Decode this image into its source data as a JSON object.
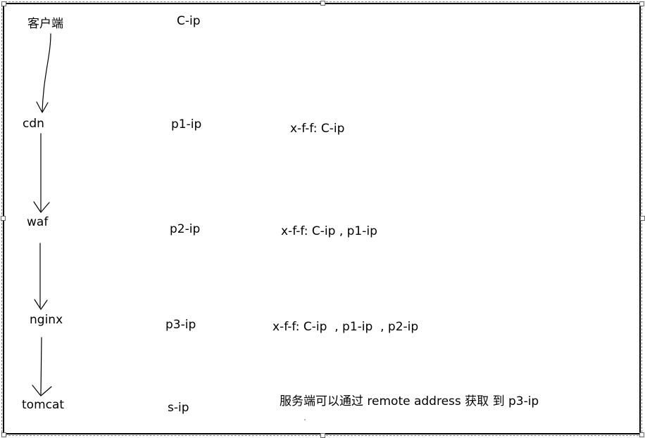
{
  "nodes": [
    {
      "label": "客户端",
      "ip": "C-ip",
      "header": ""
    },
    {
      "label": "cdn",
      "ip": "p1-ip",
      "header": "x-f-f: C-ip"
    },
    {
      "label": "waf",
      "ip": "p2-ip",
      "header": "x-f-f: C-ip , p1-ip"
    },
    {
      "label": "nginx",
      "ip": "p3-ip",
      "header": "x-f-f: C-ip  , p1-ip  , p2-ip"
    },
    {
      "label": "tomcat",
      "ip": "s-ip",
      "header": "服务端可以通过 remote address 获取 到 p3-ip"
    }
  ],
  "colors": {
    "ink": "#000000",
    "background": "#ffffff",
    "frame": "#000000"
  }
}
